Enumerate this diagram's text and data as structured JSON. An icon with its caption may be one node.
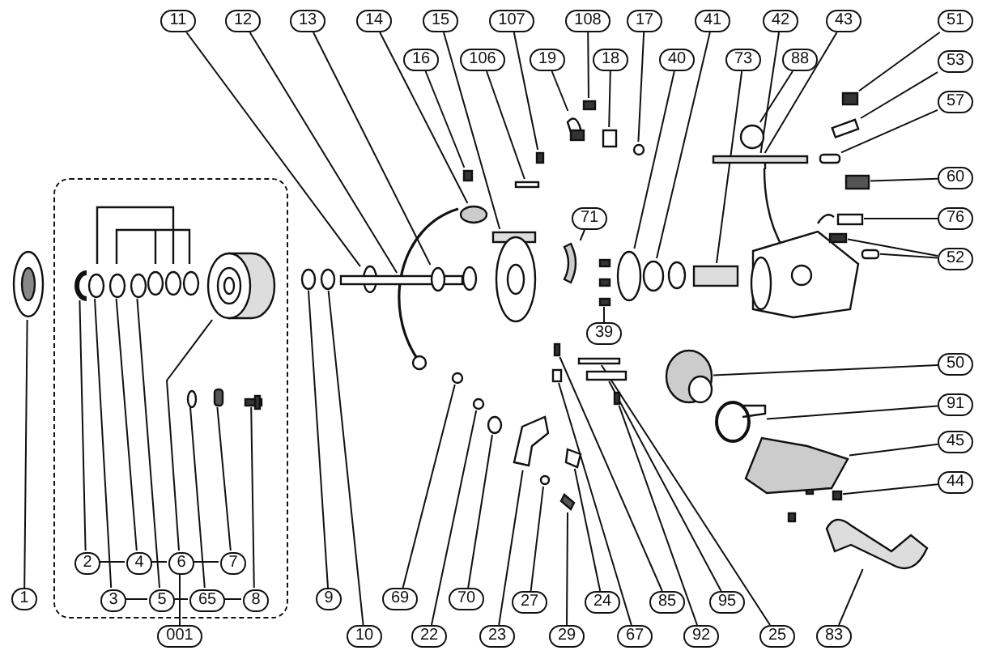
{
  "diagram": {
    "nodes": [
      {
        "text": [],
        "shape": "box"
      },
      {
        "text": [
          "11"
        ]
      },
      {
        "text": [
          "12"
        ]
      },
      {
        "text": [
          "13"
        ]
      },
      {
        "text": [
          "14"
        ]
      },
      {
        "text": [
          "15"
        ]
      },
      {
        "text": [
          "107"
        ]
      },
      {
        "text": [
          "108"
        ]
      },
      {
        "text": [
          "17"
        ]
      },
      {
        "text": [
          "41"
        ]
      },
      {
        "text": [
          "42"
        ]
      },
      {
        "text": [
          "43"
        ]
      },
      {
        "text": [
          "51"
        ]
      },
      {
        "text": [
          "16"
        ]
      },
      {
        "text": [
          "106"
        ]
      },
      {
        "text": [
          "19"
        ]
      },
      {
        "text": [
          "18"
        ]
      },
      {
        "text": [
          "40"
        ]
      },
      {
        "text": [
          "73"
        ]
      },
      {
        "text": [
          "88"
        ]
      },
      {
        "text": [
          "53"
        ]
      },
      {
        "text": [
          "57"
        ]
      },
      {
        "text": [
          "60"
        ]
      },
      {
        "text": [
          "76"
        ]
      },
      {
        "text": [
          "71"
        ]
      },
      {
        "text": [
          "52"
        ]
      },
      {
        "text": [
          "39"
        ]
      },
      {
        "text": [
          "50"
        ]
      },
      {
        "text": [
          "91"
        ]
      },
      {
        "text": [
          "45"
        ]
      },
      {
        "text": [
          "44"
        ]
      },
      {
        "text": [
          "2"
        ],
        "in": 0
      },
      {
        "text": [
          "4"
        ],
        "in": 0
      },
      {
        "text": [
          "6"
        ],
        "in": 0
      },
      {
        "text": [
          "7"
        ],
        "in": 0
      },
      {
        "text": [
          "1"
        ]
      },
      {
        "text": [
          "3"
        ],
        "in": 0
      },
      {
        "text": [
          "5"
        ],
        "in": 0
      },
      {
        "text": [
          "65"
        ],
        "in": 0
      },
      {
        "text": [
          "8"
        ],
        "in": 0
      },
      {
        "text": [
          "9"
        ]
      },
      {
        "text": [
          "69"
        ]
      },
      {
        "text": [
          "70"
        ]
      },
      {
        "text": [
          "27"
        ]
      },
      {
        "text": [
          "24"
        ]
      },
      {
        "text": [
          "85"
        ]
      },
      {
        "text": [
          "95"
        ]
      },
      {
        "text": [
          "001"
        ]
      },
      {
        "text": [
          "10"
        ]
      },
      {
        "text": [
          "22"
        ]
      },
      {
        "text": [
          "23"
        ]
      },
      {
        "text": [
          "29"
        ]
      },
      {
        "text": [
          "67"
        ]
      },
      {
        "text": [
          "92"
        ]
      },
      {
        "text": [
          "25"
        ]
      },
      {
        "text": [
          "83"
        ]
      },
      {
        "text": [],
        "shape": "picture"
      },
      {
        "text": [],
        "shape": "picture",
        "in": 0
      },
      {
        "text": [],
        "shape": "circle",
        "in": 0
      },
      {
        "text": [],
        "shape": "circle",
        "in": 0
      },
      {
        "text": [],
        "shape": "circle",
        "in": 0
      },
      {
        "text": [],
        "shape": "cylinder",
        "in": 0
      },
      {
        "text": [],
        "shape": "circle",
        "in": 0
      },
      {
        "text": [],
        "shape": "box",
        "in": 0
      },
      {
        "text": [],
        "shape": "box",
        "in": 0
      },
      {
        "text": [],
        "shape": "circle"
      },
      {
        "text": [],
        "shape": "circle"
      },
      {
        "text": [],
        "shape": "circle"
      },
      {
        "text": [],
        "shape": "box"
      },
      {
        "text": [],
        "shape": "circle"
      },
      {
        "text": [],
        "shape": "circle"
      },
      {
        "text": [],
        "shape": "box"
      },
      {
        "text": [],
        "shape": "picture"
      },
      {
        "text": [],
        "shape": "box"
      },
      {
        "text": [],
        "shape": "box"
      },
      {
        "text": [],
        "shape": "box"
      },
      {
        "text": [],
        "shape": "box"
      },
      {
        "text": [],
        "shape": "box"
      },
      {
        "text": [],
        "shape": "circle"
      },
      {
        "text": [],
        "shape": "picture"
      },
      {
        "text": [],
        "shape": "picture"
      },
      {
        "text": [],
        "shape": "circle"
      },
      {
        "text": [],
        "shape": "circle"
      },
      {
        "text": [],
        "shape": "box"
      },
      {
        "text": [],
        "shape": "picture"
      },
      {
        "text": [],
        "shape": "circle"
      },
      {
        "text": [],
        "shape": "box"
      },
      {
        "text": [],
        "shape": "box"
      },
      {
        "text": [],
        "shape": "box"
      },
      {
        "text": [],
        "shape": "box"
      },
      {
        "text": [],
        "shape": "box"
      },
      {
        "text": [],
        "shape": "box"
      },
      {
        "text": [],
        "shape": "box"
      },
      {
        "text": [],
        "shape": "picture"
      },
      {
        "text": [],
        "shape": "circle"
      },
      {
        "text": [],
        "shape": "picture"
      },
      {
        "text": [],
        "shape": "box"
      },
      {
        "text": [],
        "shape": "circle"
      },
      {
        "text": [],
        "shape": "circle"
      },
      {
        "text": [],
        "shape": "circle"
      },
      {
        "text": [],
        "shape": "picture"
      },
      {
        "text": [],
        "shape": "circle"
      },
      {
        "text": [],
        "shape": "picture"
      },
      {
        "text": [],
        "shape": "picture"
      },
      {
        "text": [],
        "shape": "box"
      },
      {
        "text": [],
        "shape": "box"
      },
      {
        "text": [],
        "shape": "box"
      },
      {
        "text": [],
        "shape": "box"
      },
      {
        "text": [],
        "shape": "box"
      },
      {
        "text": [],
        "shape": "picture"
      }
    ],
    "edges": [
      {
        "from": 1,
        "to": 67,
        "arrow": "none"
      },
      {
        "from": 2,
        "to": 68,
        "arrow": "none"
      },
      {
        "from": 3,
        "to": 69,
        "arrow": "none"
      },
      {
        "from": 4,
        "to": 70,
        "arrow": "none"
      },
      {
        "from": 5,
        "to": 72,
        "arrow": "none"
      },
      {
        "from": 6,
        "to": 74,
        "arrow": "none"
      },
      {
        "from": 7,
        "to": 75,
        "arrow": "none"
      },
      {
        "from": 8,
        "to": 78,
        "arrow": "none"
      },
      {
        "from": 9,
        "to": 82,
        "arrow": "none"
      },
      {
        "from": 10,
        "to": 84,
        "arrow": "none"
      },
      {
        "from": 11,
        "to": 84,
        "arrow": "none"
      },
      {
        "from": 12,
        "to": 86,
        "arrow": "none"
      },
      {
        "from": 13,
        "to": 71,
        "arrow": "none"
      },
      {
        "from": 14,
        "to": 73,
        "arrow": "none"
      },
      {
        "from": 15,
        "to": 76,
        "arrow": "none"
      },
      {
        "from": 16,
        "to": 77,
        "arrow": "none"
      },
      {
        "from": 17,
        "to": 81,
        "arrow": "none"
      },
      {
        "from": 18,
        "to": 83,
        "arrow": "none"
      },
      {
        "from": 19,
        "to": 85,
        "arrow": "none"
      },
      {
        "from": 20,
        "to": 87,
        "arrow": "none"
      },
      {
        "from": 21,
        "to": 88,
        "arrow": "none"
      },
      {
        "from": 22,
        "to": 89,
        "arrow": "none"
      },
      {
        "from": 23,
        "to": 90,
        "arrow": "none"
      },
      {
        "from": 24,
        "to": 79,
        "arrow": "none"
      },
      {
        "from": 25,
        "to": 91,
        "arrow": "none"
      },
      {
        "from": 25,
        "to": 92,
        "arrow": "none"
      },
      {
        "from": 26,
        "to": 80,
        "arrow": "none"
      },
      {
        "from": 27,
        "to": 93,
        "arrow": "none"
      },
      {
        "from": 28,
        "to": 94,
        "arrow": "none"
      },
      {
        "from": 29,
        "to": 95,
        "arrow": "none"
      },
      {
        "from": 30,
        "to": 96,
        "arrow": "none"
      },
      {
        "from": 31,
        "to": 57,
        "arrow": "none"
      },
      {
        "from": 32,
        "to": 59,
        "arrow": "none"
      },
      {
        "from": 33,
        "to": 61,
        "arrow": "none"
      },
      {
        "from": 34,
        "to": 63,
        "arrow": "none"
      },
      {
        "from": 35,
        "to": 56,
        "arrow": "none"
      },
      {
        "from": 36,
        "to": 58,
        "arrow": "none"
      },
      {
        "from": 37,
        "to": 60,
        "arrow": "none"
      },
      {
        "from": 38,
        "to": 62,
        "arrow": "none"
      },
      {
        "from": 39,
        "to": 64,
        "arrow": "none"
      },
      {
        "from": 40,
        "to": 65,
        "arrow": "none"
      },
      {
        "from": 41,
        "to": 97,
        "arrow": "none"
      },
      {
        "from": 42,
        "to": 99,
        "arrow": "none"
      },
      {
        "from": 43,
        "to": 101,
        "arrow": "none"
      },
      {
        "from": 44,
        "to": 103,
        "arrow": "none"
      },
      {
        "from": 45,
        "to": 105,
        "arrow": "none"
      },
      {
        "from": 46,
        "to": 107,
        "arrow": "none"
      },
      {
        "from": 48,
        "to": 66,
        "arrow": "none"
      },
      {
        "from": 49,
        "to": 98,
        "arrow": "none"
      },
      {
        "from": 50,
        "to": 100,
        "arrow": "none"
      },
      {
        "from": 51,
        "to": 102,
        "arrow": "none"
      },
      {
        "from": 52,
        "to": 104,
        "arrow": "none"
      },
      {
        "from": 53,
        "to": 106,
        "arrow": "none"
      },
      {
        "from": 54,
        "to": 108,
        "arrow": "none"
      },
      {
        "from": 55,
        "to": 109,
        "arrow": "none"
      },
      {
        "from": 31,
        "to": 32,
        "arrow": "none"
      },
      {
        "from": 32,
        "to": 33,
        "arrow": "none"
      },
      {
        "from": 33,
        "to": 34,
        "arrow": "none"
      },
      {
        "from": 36,
        "to": 37,
        "arrow": "none"
      },
      {
        "from": 37,
        "to": 38,
        "arrow": "none"
      },
      {
        "from": 38,
        "to": 39,
        "arrow": "none"
      },
      {
        "from": 33,
        "to": 47,
        "arrow": "none"
      }
    ]
  }
}
